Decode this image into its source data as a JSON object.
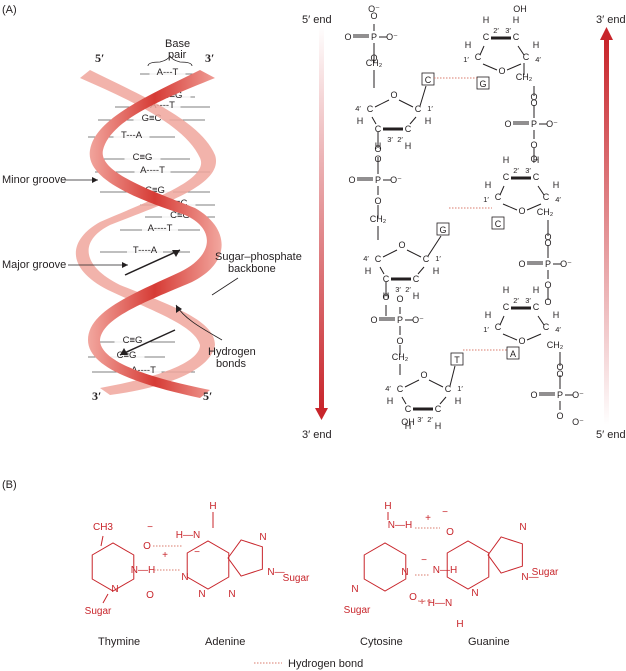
{
  "panel_a_label": "(A)",
  "panel_b_label": "(B)",
  "helix": {
    "top_left": "5′",
    "top_right": "3′",
    "bottom_left": "3′",
    "bottom_right": "5′",
    "base_pair_label": "Base pair",
    "minor_groove": "Minor groove",
    "major_groove": "Major groove",
    "backbone_label": "Sugar–phosphate backbone",
    "hbond_label": "Hydrogen bonds",
    "pairs": [
      "A---T",
      "C≡G",
      "A----T",
      "G≡C",
      "T---A",
      "C≡G",
      "A----T",
      "C≡G",
      "G≡C",
      "C≡G",
      "A----T",
      "T----A",
      "C≡G",
      "C≡G",
      "A----T"
    ]
  },
  "strands": {
    "left_top": "5′ end",
    "left_bottom": "3′ end",
    "right_top": "3′ end",
    "right_bottom": "5′ end",
    "bases_left": [
      "C",
      "G",
      "T"
    ],
    "bases_right": [
      "G",
      "C",
      "A"
    ]
  },
  "panel_b": {
    "thymine": "Thymine",
    "adenine": "Adenine",
    "cytosine": "Cytosine",
    "guanine": "Guanine",
    "hbond_legend": "Hydrogen bond",
    "sugar": "Sugar",
    "ch3": "CH3"
  },
  "colors": {
    "red": "#c8252b",
    "ribbon": "#e8746a",
    "dark": "#231f20"
  }
}
